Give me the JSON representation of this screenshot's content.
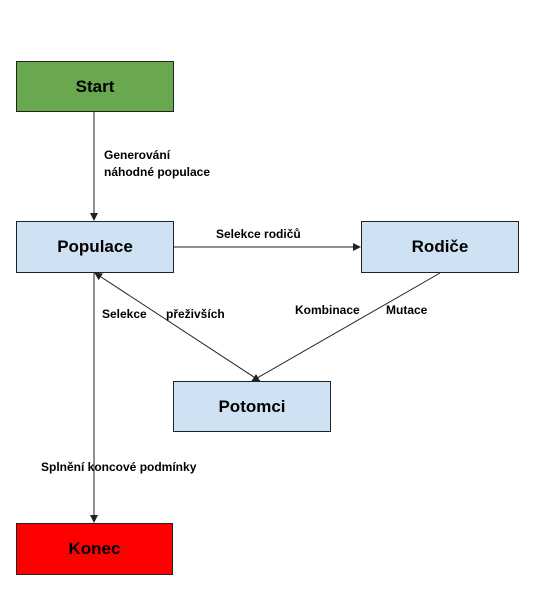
{
  "diagram": {
    "nodes": {
      "start": {
        "label": "Start",
        "color": "#6aa84f"
      },
      "populace": {
        "label": "Populace",
        "color": "#cfe2f3"
      },
      "rodice": {
        "label": "Rodiče",
        "color": "#cfe2f3"
      },
      "potomci": {
        "label": "Potomci",
        "color": "#cfe2f3"
      },
      "konec": {
        "label": "Konec",
        "color": "#ff0000"
      }
    },
    "edges": {
      "start_to_populace": {
        "from": "Start",
        "to": "Populace",
        "label_line1": "Generování",
        "label_line2": "náhodné populace"
      },
      "populace_to_rodice": {
        "from": "Populace",
        "to": "Rodiče",
        "label": "Selekce rodičů"
      },
      "rodice_to_potomci": {
        "from": "Rodiče",
        "to": "Potomci",
        "label_a": "Kombinace",
        "label_b": "Mutace"
      },
      "potomci_to_populace": {
        "from": "Potomci",
        "to": "Populace",
        "label_a": "Selekce",
        "label_b": "přeživších"
      },
      "populace_to_konec": {
        "from": "Populace",
        "to": "Konec",
        "label": "Splnění koncové podmínky"
      }
    },
    "line_color": "#222222"
  }
}
